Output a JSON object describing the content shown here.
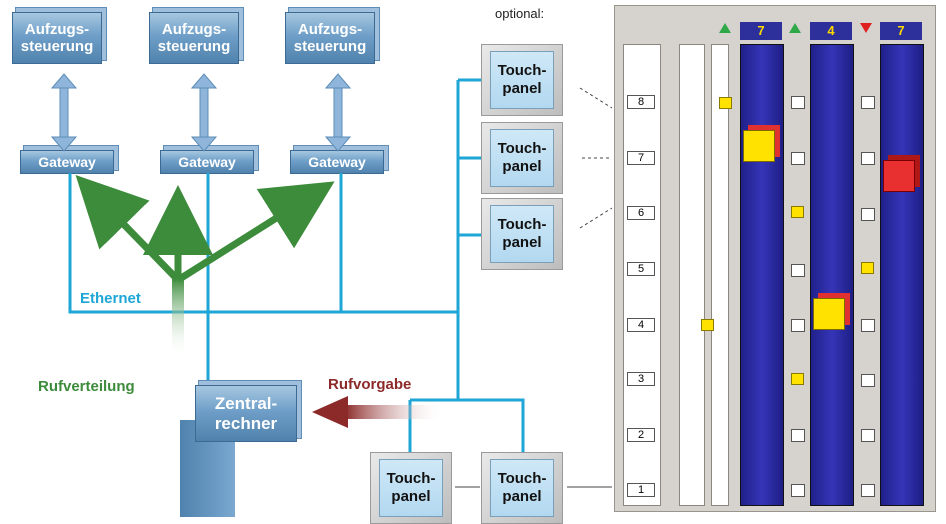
{
  "controllers": [
    "Aufzugs-\nsteuerung",
    "Aufzugs-\nsteuerung",
    "Aufzugs-\nsteuerung"
  ],
  "gateways": [
    "Gateway",
    "Gateway",
    "Gateway"
  ],
  "touch_label": "Touch-\npanel",
  "optional_label": "optional:",
  "ethernet_label": "Ethernet",
  "rufverteilung_label": "Rufverteilung",
  "rufvorgabe_label": "Rufvorgabe",
  "zentralrechner_label": "Zentral-\nrechner",
  "panel": {
    "floors": [
      "8",
      "7",
      "6",
      "5",
      "4",
      "3",
      "2",
      "1"
    ],
    "elevators": [
      {
        "direction": "up",
        "floor": "7"
      },
      {
        "direction": "up",
        "floor": "4"
      },
      {
        "direction": "down",
        "floor": "7"
      }
    ]
  },
  "colors": {
    "line": "#1ea6d6",
    "green": "#3c8c3c",
    "red_text": "#8c2a2a"
  }
}
